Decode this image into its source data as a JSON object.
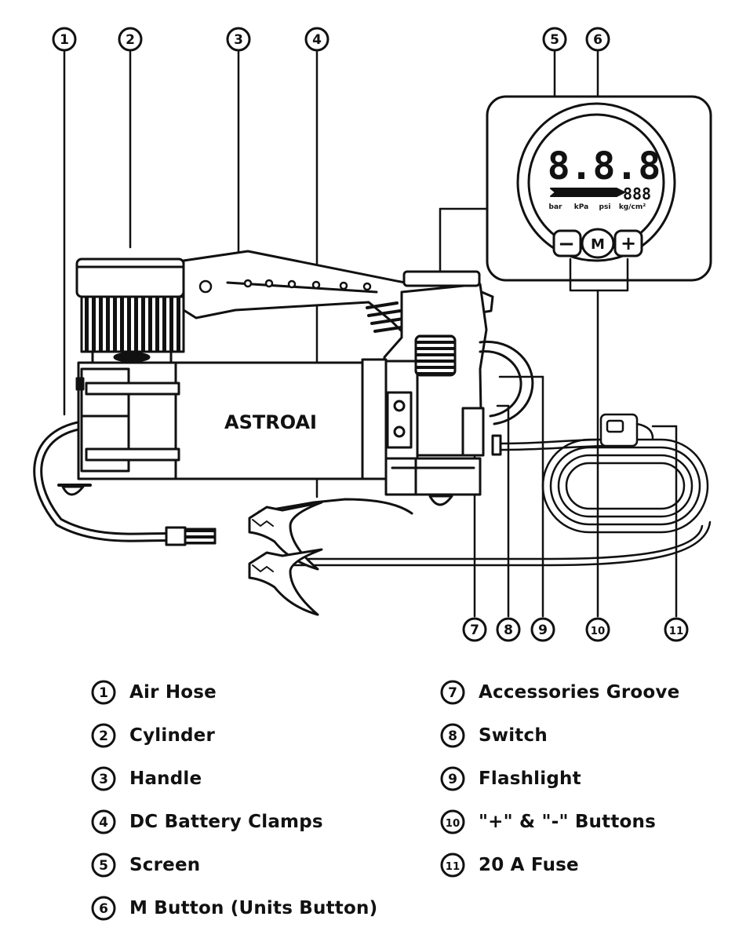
{
  "brand": "ASTROAI",
  "screen": {
    "main_digits": "8.8.8",
    "small_digits": "888",
    "units": [
      "bar",
      "kPa",
      "psi",
      "kg/cm²"
    ],
    "buttons": {
      "minus": "−",
      "mode": "M",
      "plus": "+"
    }
  },
  "callouts": [
    {
      "number": "1"
    },
    {
      "number": "2"
    },
    {
      "number": "3"
    },
    {
      "number": "4"
    },
    {
      "number": "5"
    },
    {
      "number": "6"
    },
    {
      "number": "7"
    },
    {
      "number": "8"
    },
    {
      "number": "9"
    },
    {
      "number": "10"
    },
    {
      "number": "11"
    }
  ],
  "legend": [
    {
      "number": "1",
      "label": "Air Hose"
    },
    {
      "number": "2",
      "label": "Cylinder"
    },
    {
      "number": "3",
      "label": "Handle"
    },
    {
      "number": "4",
      "label": "DC Battery Clamps"
    },
    {
      "number": "5",
      "label": "Screen"
    },
    {
      "number": "6",
      "label": "M Button (Units Button)"
    },
    {
      "number": "7",
      "label": "Accessories Groove"
    },
    {
      "number": "8",
      "label": "Switch"
    },
    {
      "number": "9",
      "label": "Flashlight"
    },
    {
      "number": "10",
      "label": "\"+\" & \"-\" Buttons"
    },
    {
      "number": "11",
      "label": "20 A Fuse"
    }
  ]
}
